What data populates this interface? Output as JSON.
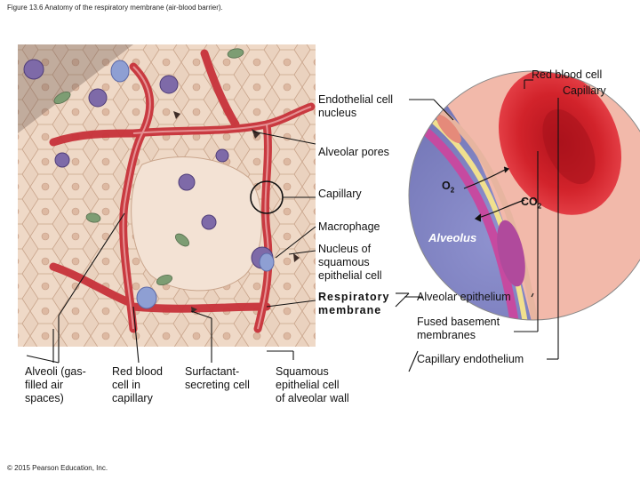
{
  "caption": "Figure 13.6 Anatomy of the respiratory membrane (air-blood barrier).",
  "copyright": "© 2015 Pearson Education, Inc.",
  "labels": {
    "red_blood_cell": "Red blood cell",
    "capillary_top": "Capillary",
    "endothelial_nucleus": "Endothelial cell\nnucleus",
    "alveolar_pores": "Alveolar pores",
    "capillary": "Capillary",
    "macrophage": "Macrophage",
    "nucleus_squamous": "Nucleus of\nsquamous\nepithelial cell",
    "respiratory_membrane": "Respiratory\nmembrane",
    "alveolar_epithelium": "Alveolar epithelium",
    "fused_basement": "Fused basement\nmembranes",
    "capillary_endothelium": "Capillary endothelium",
    "alveoli": "Alveoli (gas-\nfilled air\nspaces)",
    "rbc_in_capillary": "Red blood\ncell in\ncapillary",
    "surfactant": "Surfactant-\nsecreting cell",
    "squamous": "Squamous\nepithelial cell\nof alveolar wall",
    "o2": "O",
    "o2_sub": "2",
    "co2": "CO",
    "co2_sub": "2",
    "alveolus": "Alveolus"
  },
  "colors": {
    "tissue": "#e8cdb8",
    "cell_line": "#c9a58c",
    "capillary_red": "#c8323a",
    "macrophage": "#7e6aa8",
    "alveolar_blue": "#8a8cc6",
    "surfactant_green": "#7d9d73",
    "membrane_pink": "#b04a9c"
  }
}
